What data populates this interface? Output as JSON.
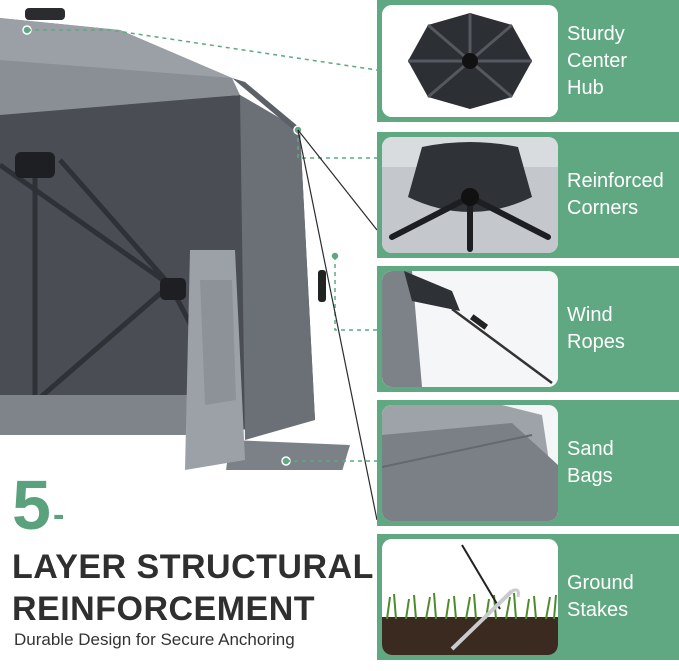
{
  "headline": {
    "number": "5",
    "dash": "-",
    "line1": "LAYER STRUCTURAL",
    "line2": "REINFORCEMENT",
    "subtitle": "Durable Design for Secure Anchoring"
  },
  "colors": {
    "accent_green": "#5fa882",
    "number_green": "#5aa27d",
    "headline_dark": "#2f2f2f",
    "canopy_gray": "#8a8f96"
  },
  "features": [
    {
      "line1": "Sturdy",
      "line2": "Center",
      "line3": "Hub"
    },
    {
      "line1": "Reinforced",
      "line2": "Corners"
    },
    {
      "line1": "Wind",
      "line2": "Ropes"
    },
    {
      "line1": "Sand",
      "line2": "Bags"
    },
    {
      "line1": "Ground",
      "line2": "Stakes"
    }
  ]
}
